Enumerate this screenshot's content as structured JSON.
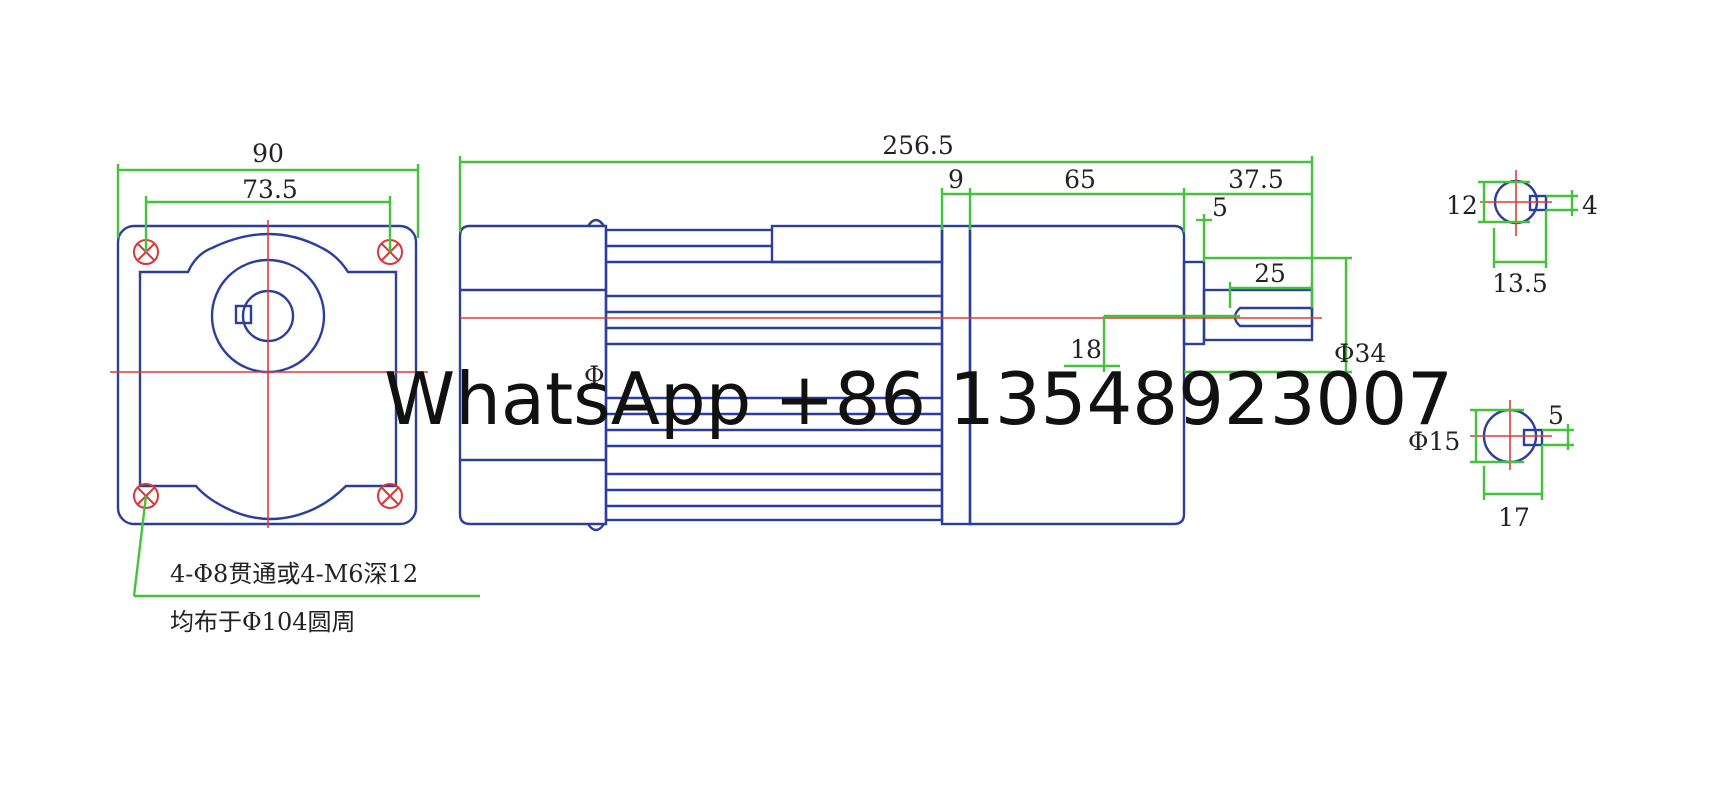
{
  "colors": {
    "outline": "#2a3f9c",
    "dimension": "#44c23a",
    "centerline": "#e03a3a",
    "text": "#222222"
  },
  "front_view": {
    "width": "90",
    "hole_spacing": "73.5",
    "note_line1": "4-Φ8贯通或4-M6深12",
    "note_line2": "均布于Φ104圆周"
  },
  "side_view": {
    "overall_length": "256.5",
    "flange": "9",
    "gearbox": "65",
    "shaft_extension": "37.5",
    "shoulder": "5",
    "key_length": "25",
    "key_offset": "18",
    "shaft_pilot": "Φ34",
    "center_mark": "Φ"
  },
  "shaft_section_a": {
    "height": "12",
    "key_width": "4",
    "width": "13.5"
  },
  "shaft_section_b": {
    "diameter": "Φ15",
    "key_width": "5",
    "width": "17"
  },
  "watermark": "WhatsApp +86 13548923007"
}
